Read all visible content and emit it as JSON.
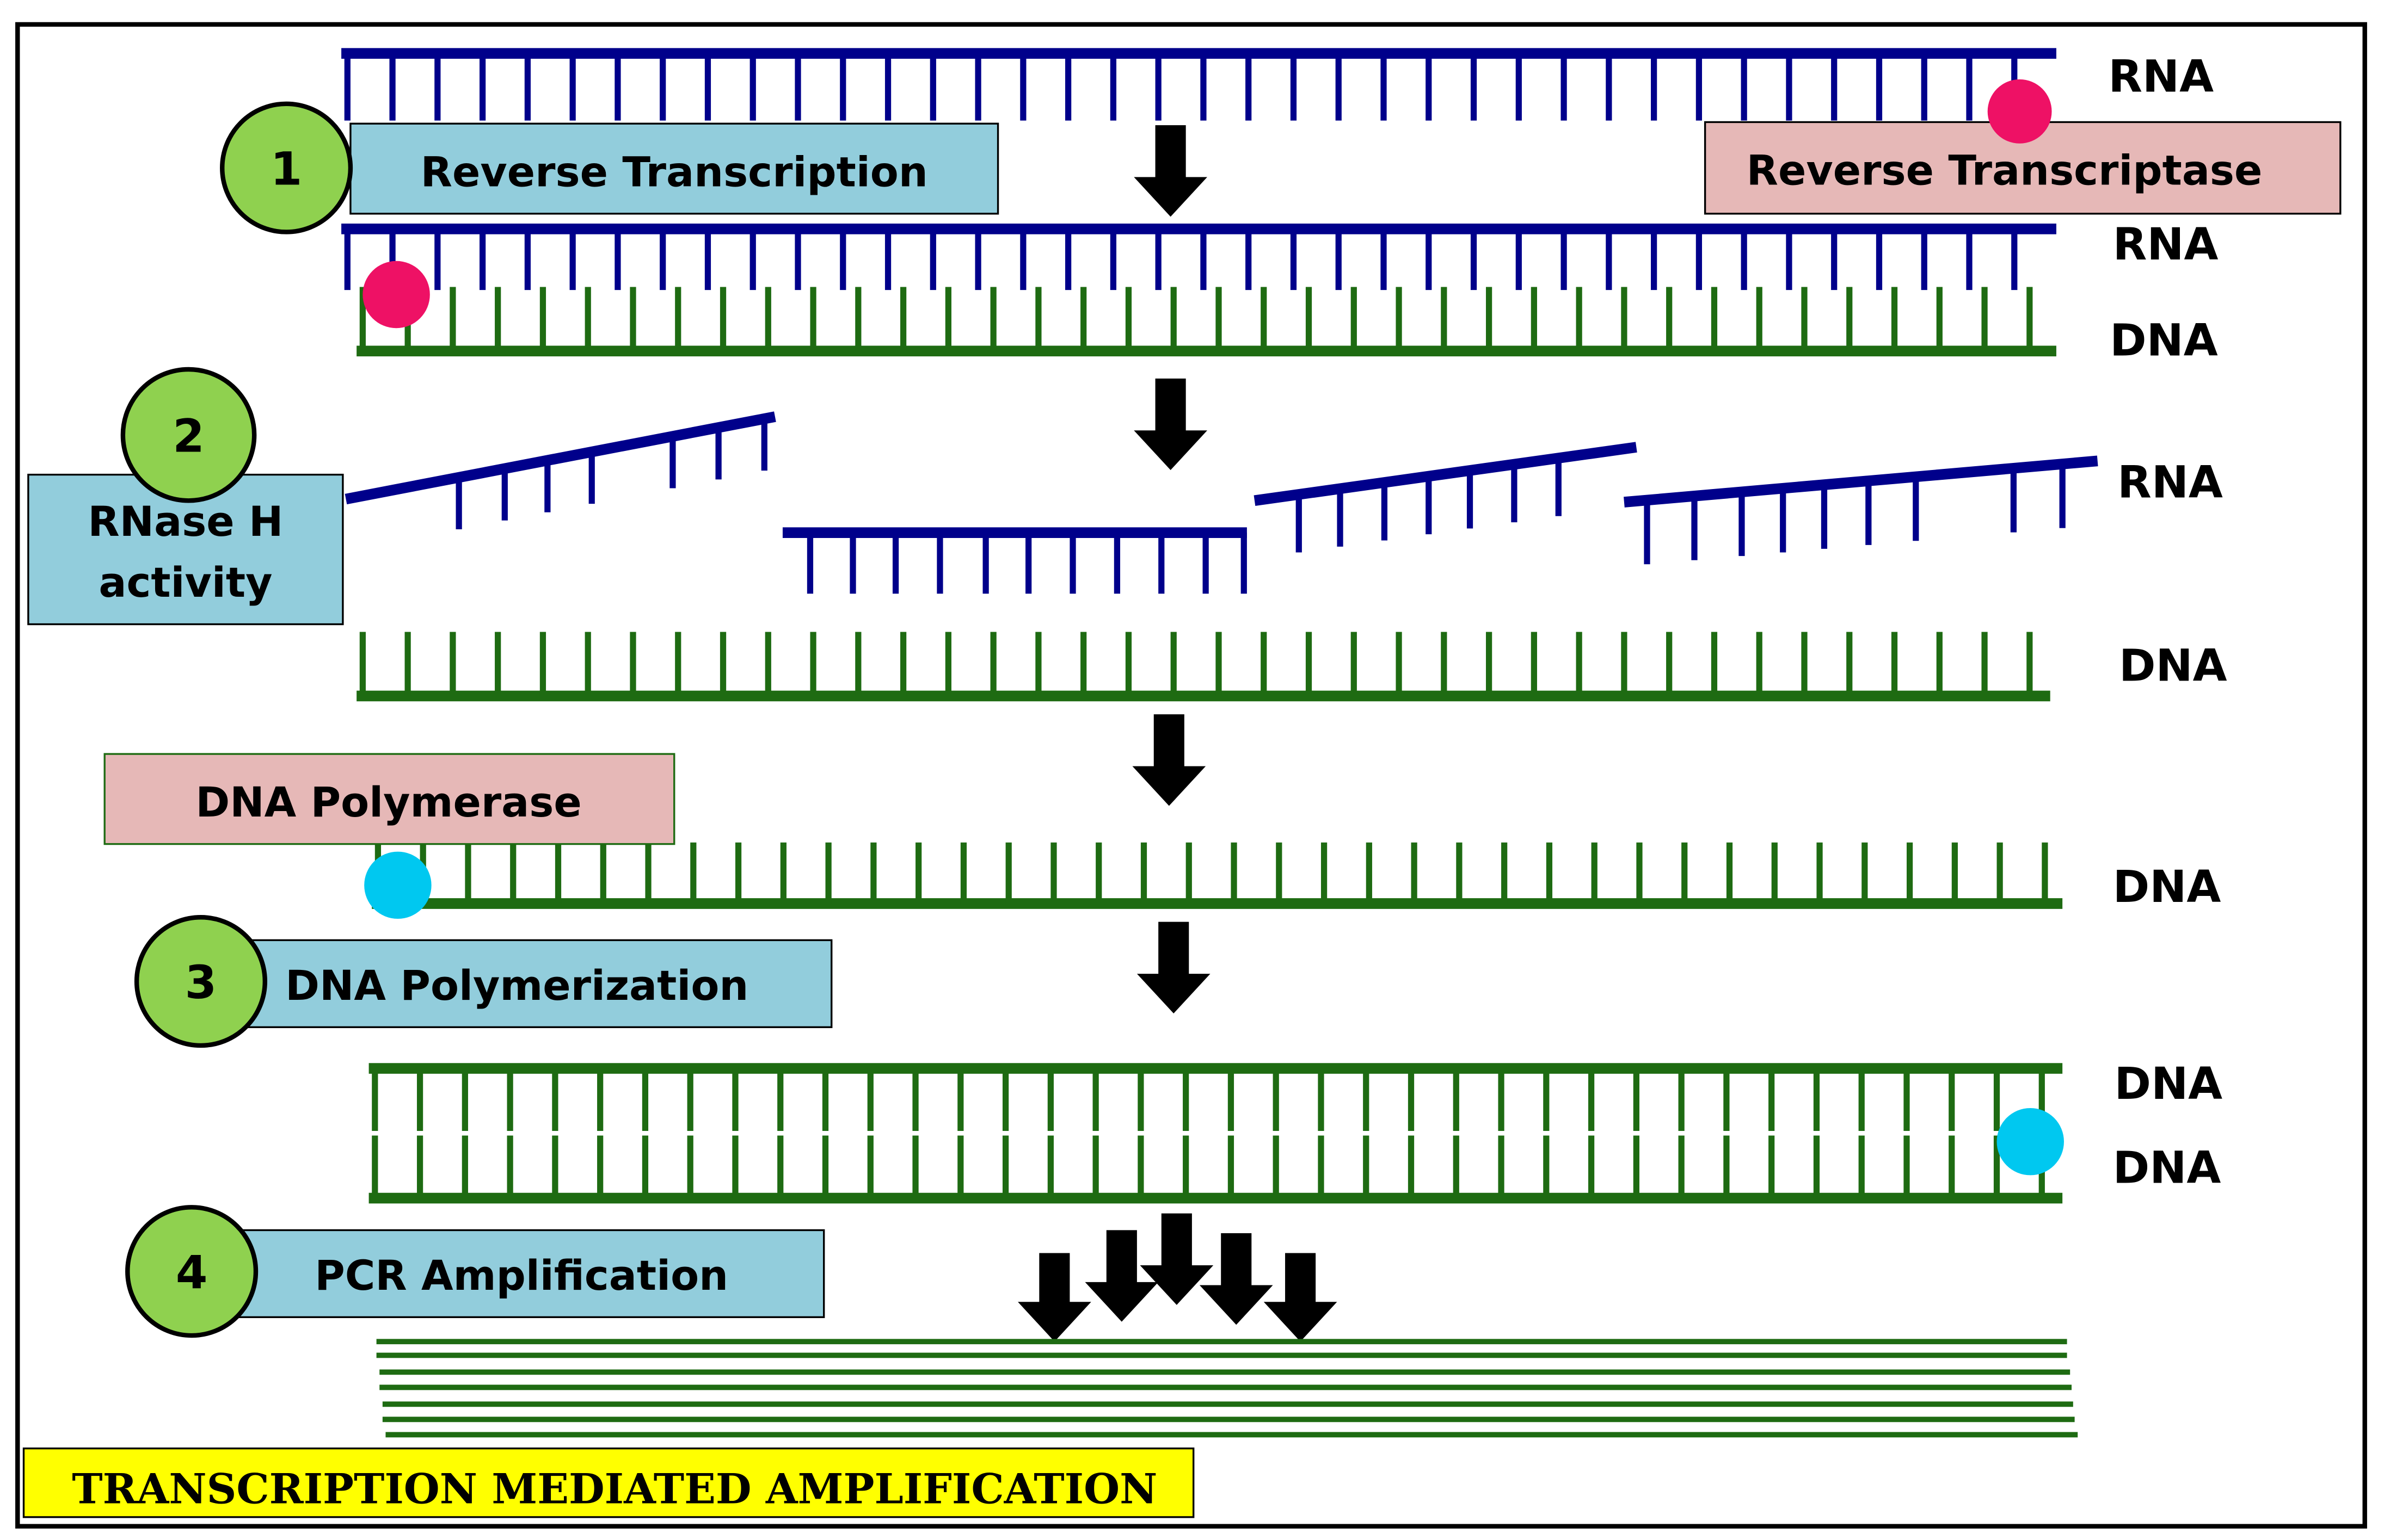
{
  "colors": {
    "rna": "#00008b",
    "dna": "#1e6b12",
    "label_box_blue": "#92cddc",
    "enzyme_box_pink": "#e6b8b7",
    "step_circle": "#8fd14f",
    "reverse_transcriptase_dot": "#ee1165",
    "dna_polymerase_dot": "#00c8f0",
    "caption_bg": "#ffff00",
    "arrow": "#000000",
    "border": "#000000"
  },
  "steps": [
    {
      "number": "1",
      "label": "Reverse Transcription"
    },
    {
      "number": "2",
      "label_line1": "RNase H",
      "label_line2": "activity"
    },
    {
      "number": "3",
      "label": "DNA Polymerization"
    },
    {
      "number": "4",
      "label": "PCR Amplification"
    }
  ],
  "enzymes": {
    "reverse_transcriptase": "Reverse Transcriptase",
    "dna_polymerase": "DNA Polymerase"
  },
  "strand_labels": {
    "stage1_rna": "RNA",
    "stage2_rna": "RNA",
    "stage2_dna": "DNA",
    "stage3_rna": "RNA",
    "stage3_dna": "DNA",
    "stage4_dna": "DNA",
    "stage5_dna_top": "DNA",
    "stage5_dna_bottom": "DNA"
  },
  "caption": "TRANSCRIPTION MEDIATED AMPLIFICATION",
  "icons": [
    "down-arrow-icon",
    "enzyme-dot-icon",
    "step-number-circle-icon"
  ]
}
